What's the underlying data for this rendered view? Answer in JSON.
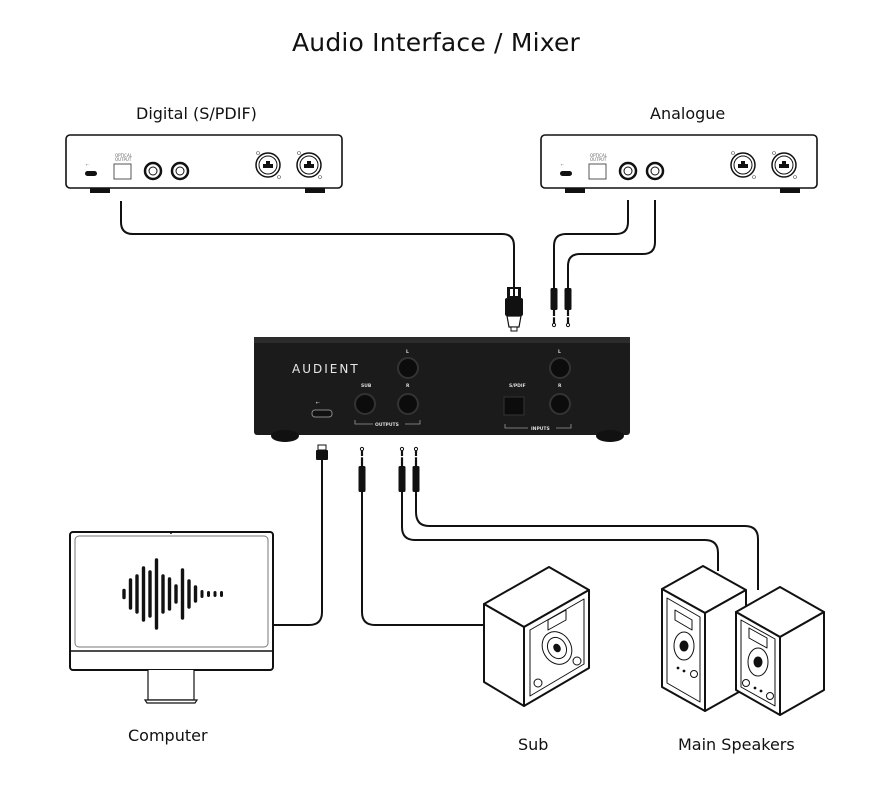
{
  "title": "Audio Interface / Mixer",
  "devices": {
    "digital_source": {
      "label": "Digital (S/PDIF)",
      "optical_label_line1": "OPTICAL",
      "optical_label_line2": "OUTPUT"
    },
    "analogue_source": {
      "label": "Analogue",
      "optical_label_line1": "OPTICAL",
      "optical_label_line2": "OUTPUT"
    },
    "interface": {
      "brand": "AUDIENT",
      "ports": {
        "out_l": "L",
        "out_r": "R",
        "sub": "SUB",
        "outputs_group": "OUTPUTS",
        "in_l": "L",
        "in_r": "R",
        "spdif": "S/PDIF",
        "inputs_group": "INPUTS"
      }
    }
  },
  "destinations": {
    "computer": "Computer",
    "sub": "Sub",
    "main_speakers": "Main Speakers"
  },
  "colors": {
    "line": "#111111",
    "interface_body": "#1a1a1a",
    "background": "#ffffff"
  }
}
